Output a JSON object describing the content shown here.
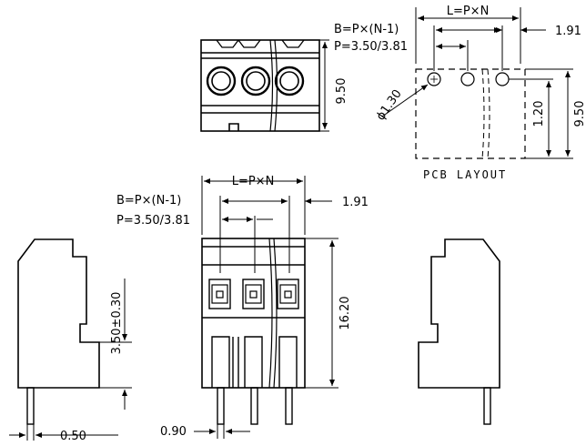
{
  "top_view": {
    "height_label": "9.50"
  },
  "pcb_layout": {
    "caption": "PCB LAYOUT",
    "total_width_label": "L=P×N",
    "pitch_formula_label": "B=P×(N-1)",
    "pitch_values_label": "P=3.50/3.81",
    "edge_offset_label": "1.91",
    "hole_diameter_label": "ϕ1.30",
    "row_offset_label": "1.20",
    "height_label": "9.50"
  },
  "front_view": {
    "total_width_label": "L=P×N",
    "pitch_formula_label": "B=P×(N-1)",
    "pitch_values_label": "P=3.50/3.81",
    "edge_offset_label": "1.91",
    "height_label": "16.20",
    "pin_width_label": "0.90"
  },
  "side_view": {
    "pin_height_label": "3.50±0.30",
    "pin_offset_label": "0.50"
  }
}
